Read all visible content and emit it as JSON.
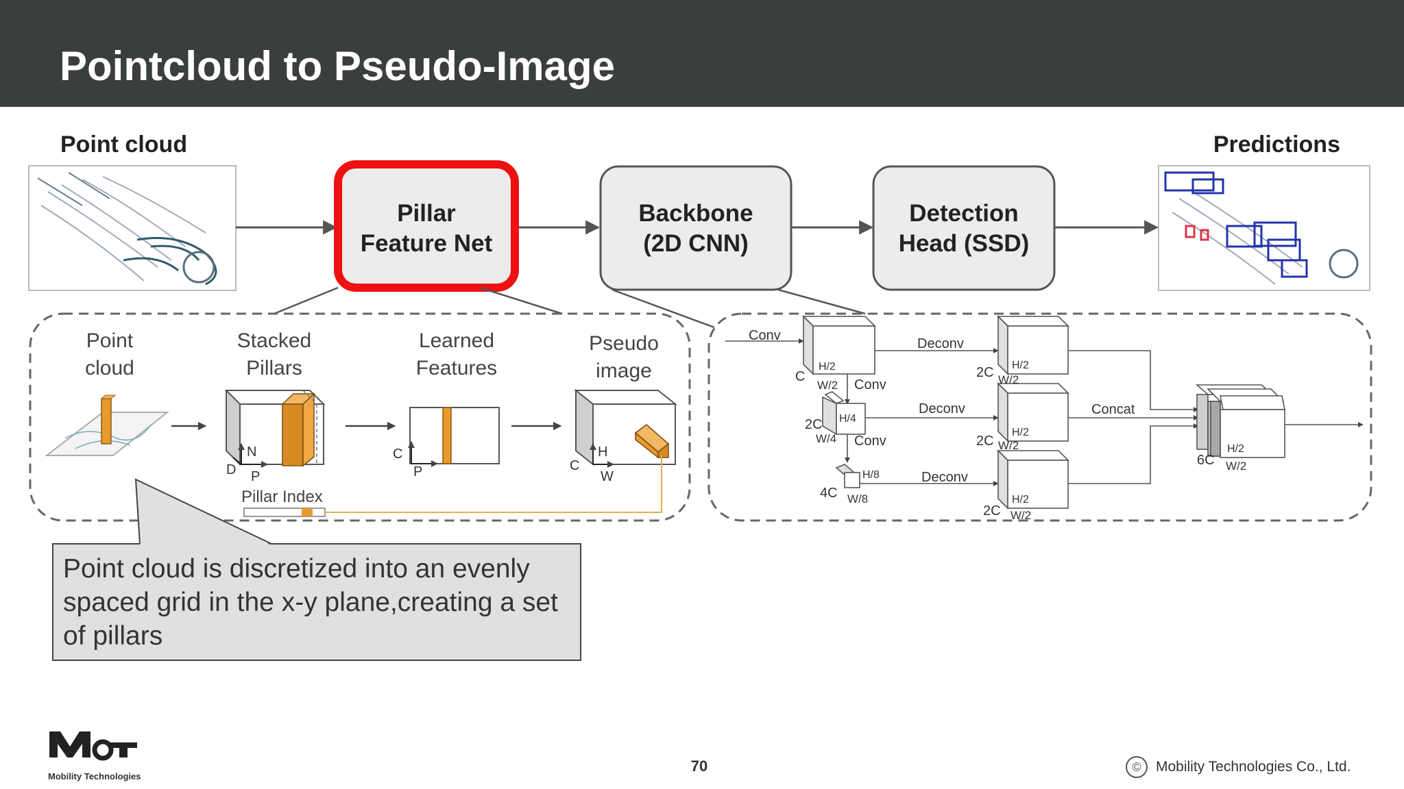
{
  "slide": {
    "title": "Pointcloud to Pseudo-Image",
    "page_number": "70",
    "copyright_symbol": "©",
    "copyright_text": "Mobility Technologies Co., Ltd.",
    "logo_text": "MoT",
    "logo_subtitle": "Mobility Technologies"
  },
  "pipeline": {
    "input_label": "Point cloud",
    "output_label": "Predictions",
    "stages": [
      {
        "line1": "Pillar",
        "line2": "Feature Net",
        "highlighted": true
      },
      {
        "line1": "Backbone",
        "line2": "(2D CNN)",
        "highlighted": false
      },
      {
        "line1": "Detection",
        "line2": "Head (SSD)",
        "highlighted": false
      }
    ]
  },
  "pillar_detail": {
    "col1_line1": "Point",
    "col1_line2": "cloud",
    "col2_line1": "Stacked",
    "col2_line2": "Pillars",
    "col3_line1": "Learned",
    "col3_line2": "Features",
    "col4_line1": "Pseudo",
    "col4_line2": "image",
    "pillar_index": "Pillar Index",
    "axis_D": "D",
    "axis_P": "P",
    "axis_N": "N",
    "axis_C": "C",
    "axis_H": "H",
    "axis_W": "W"
  },
  "backbone_detail": {
    "conv": "Conv",
    "deconv": "Deconv",
    "concat": "Concat",
    "c": "C",
    "h2": "H/2",
    "w2": "W/2",
    "twoc": "2C",
    "h4": "H/4",
    "w4": "W/4",
    "fourc": "4C",
    "h8": "H/8",
    "w8": "W/8",
    "sixc": "6C"
  },
  "callout": {
    "text": "Point cloud is discretized into an evenly spaced grid in the x-y plane,creating a set of pillars"
  },
  "colors": {
    "header_bg": "#3a3e3d",
    "highlight": "#ee1111",
    "pillar_orange": "#e89a2c",
    "box_fill": "#ececec",
    "callout_fill": "#e0e0de"
  }
}
